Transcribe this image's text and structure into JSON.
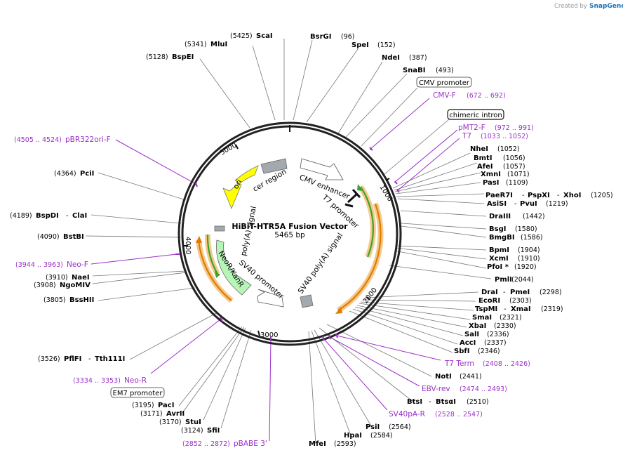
{
  "branding": {
    "created_by": "Created by",
    "app": "SnapGene"
  },
  "title": {
    "name": "HiBiT-HTR5A Fusion Vector",
    "size": "5465 bp"
  },
  "ticks": {
    "t1000": "1000",
    "t2000": "2000",
    "t3000": "3000",
    "t4000": "4000",
    "t5000": "5000"
  },
  "features": {
    "ori": "ori",
    "cer": "cer region",
    "cmv_enh": "CMV enhancer",
    "t7": "T7 promoter",
    "sv40pa_r": "SV40 poly(A) signal",
    "sv40pa_l": "poly(A) signal",
    "sv40prom": "SV40 promoter",
    "neo": "NeoR/KanR"
  },
  "boxes": {
    "cmv": "CMV promoter",
    "chimeric": "chimeric intron",
    "em7": "EM7 promoter"
  },
  "primers": [
    {
      "label": "CMV-F",
      "pos": "(672 .. 692)"
    },
    {
      "label": "pMT2-F",
      "pos": "(972 .. 991)"
    },
    {
      "label": "T7",
      "pos": "(1033 .. 1052)"
    },
    {
      "label": "pBR322ori-F",
      "pos": "(4505 .. 4524)"
    },
    {
      "label": "Neo-F",
      "pos": "(3944 .. 3963)"
    },
    {
      "label": "Neo-R",
      "pos": "(3334 .. 3353)"
    },
    {
      "label": "pBABE 3'",
      "pos": "(2852 .. 2872)"
    },
    {
      "label": "T7 Term",
      "pos": "(2408 .. 2426)"
    },
    {
      "label": "EBV-rev",
      "pos": "(2474 .. 2493)"
    },
    {
      "label": "SV40pA-R",
      "pos": "(2528 .. 2547)"
    }
  ],
  "sites": [
    {
      "name": "ScaI",
      "pos": "(5425)"
    },
    {
      "name": "MluI",
      "pos": "(5341)"
    },
    {
      "name": "BspEI",
      "pos": "(5128)"
    },
    {
      "name": "BsrGI",
      "pos": "(96)"
    },
    {
      "name": "SpeI",
      "pos": "(152)"
    },
    {
      "name": "NdeI",
      "pos": "(387)"
    },
    {
      "name": "SnaBI",
      "pos": "(493)"
    },
    {
      "name": "NheI",
      "pos": "(1052)"
    },
    {
      "name": "BmtI",
      "pos": "(1056)"
    },
    {
      "name": "AfeI",
      "pos": "(1057)"
    },
    {
      "name": "XmnI",
      "pos": "(1071)"
    },
    {
      "name": "PasI",
      "pos": "(1109)"
    },
    {
      "name": "PaeR7I",
      "sep1": "- ",
      "name2": "PspXI",
      "sep2": "- ",
      "name3": "XhoI",
      "pos": "(1205)"
    },
    {
      "name": "AsiSI",
      "sep1": "- ",
      "name2": "PvuI",
      "pos": "(1219)"
    },
    {
      "name": "DraIII",
      "pos": "(1442)"
    },
    {
      "name": "BsgI",
      "pos": "(1580)"
    },
    {
      "name": "BmgBI",
      "pos": "(1586)"
    },
    {
      "name": "BpmI",
      "pos": "(1904)"
    },
    {
      "name": "XcmI",
      "pos": "(1910)"
    },
    {
      "name": "PfoI *",
      "pos": "(1920)"
    },
    {
      "name": "PmlI",
      "pos": "(2044)"
    },
    {
      "name": "DraI",
      "sep1": "- ",
      "name2": "PmeI",
      "pos": "(2298)"
    },
    {
      "name": "EcoRI",
      "pos": "(2303)"
    },
    {
      "name": "TspMI",
      "sep1": "- ",
      "name2": "XmaI",
      "pos": "(2319)"
    },
    {
      "name": "SmaI",
      "pos": "(2321)"
    },
    {
      "name": "XbaI",
      "pos": "(2330)"
    },
    {
      "name": "SalI",
      "pos": "(2336)"
    },
    {
      "name": "AccI",
      "pos": "(2337)"
    },
    {
      "name": "SbfI",
      "pos": "(2346)"
    },
    {
      "name": "NotI",
      "pos": "(2441)"
    },
    {
      "name": "BtsI",
      "sep1": "- ",
      "name2": "BtsαI",
      "pos": "(2510)"
    },
    {
      "name": "PsiI",
      "pos": "(2564)"
    },
    {
      "name": "HpaI",
      "pos": "(2584)"
    },
    {
      "name": "MfeI",
      "pos": "(2593)"
    },
    {
      "name": "SfiI",
      "pos": "(3124)"
    },
    {
      "name": "StuI",
      "pos": "(3170)"
    },
    {
      "name": "AvrII",
      "pos": "(3171)"
    },
    {
      "name": "PacI",
      "pos": "(3195)"
    },
    {
      "name": "PflFI",
      "sep1": "- ",
      "name2": "Tth111I",
      "pos": "(3526)"
    },
    {
      "name": "BssHII",
      "pos": "(3805)"
    },
    {
      "name": "NgoMIV",
      "pos": "(3908)"
    },
    {
      "name": "NaeI",
      "pos": "(3910)"
    },
    {
      "name": "BstBI",
      "pos": "(4090)"
    },
    {
      "name": "BspDI",
      "sep1": "- ",
      "name2": "ClaI",
      "pos": "(4189)"
    },
    {
      "name": "PciI",
      "pos": "(4364)"
    }
  ],
  "colors": {
    "primer": "#9b30c8",
    "ori": "#ffff00",
    "neo": "#b7f5b7",
    "gray_feature": "#a4a9b0",
    "promoter": "#ffffff",
    "cds_green": "#3aa52a",
    "cds_orange": "#e07b00"
  }
}
